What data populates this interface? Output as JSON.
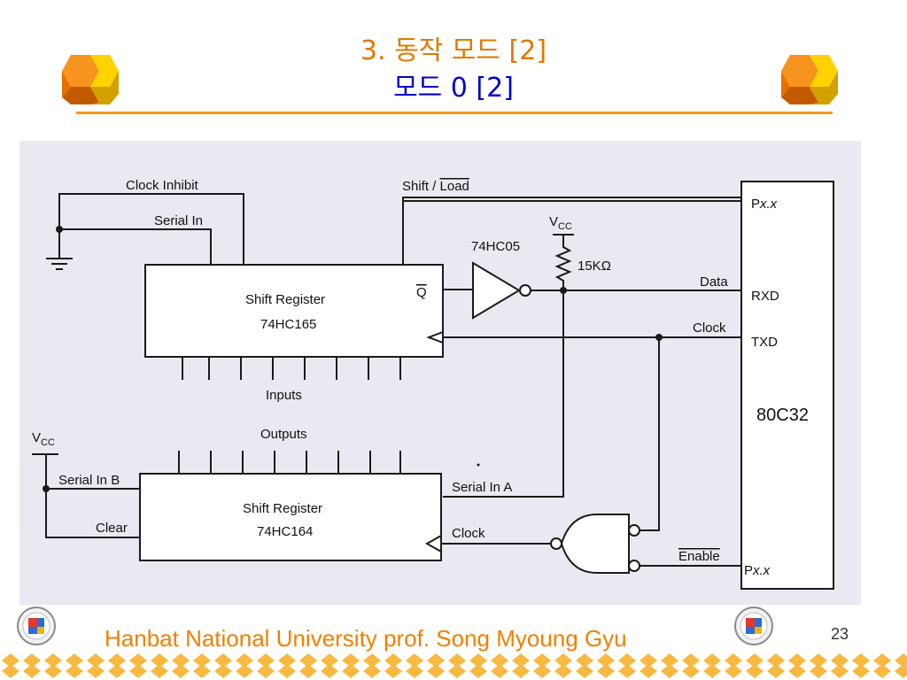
{
  "slide": {
    "title": "3. 동작 모드 [2]",
    "subtitle": "모드 0 [2]",
    "footer": "Hanbat National University prof. Song Myoung Gyu",
    "page_number": "23",
    "colors": {
      "title": "#e07800",
      "subtitle": "#0000cc",
      "rule": "#f39a1c",
      "footer": "#f08000"
    }
  },
  "diagram": {
    "clock_inhibit": "Clock Inhibit",
    "serial_in": "Serial In",
    "shift_load_prefix": "Shift / ",
    "shift_load_bar": "Load",
    "vcc_top": "V",
    "vcc_top_sub": "CC",
    "inverter_label": "74HC05",
    "resistor_label": "15KΩ",
    "sr1_line1": "Shift Register",
    "sr1_line2": "74HC165",
    "q_bar": "Q",
    "data_label": "Data",
    "clock_label": "Clock",
    "inputs_label": "Inputs",
    "outputs_label": "Outputs",
    "vcc_left": "V",
    "vcc_left_sub": "CC",
    "serial_in_b": "Serial In B",
    "clear_label": "Clear",
    "sr2_line1": "Shift Register",
    "sr2_line2": "74HC164",
    "serial_in_a": "Serial In A",
    "clock2_label": "Clock",
    "enable_label": "Enable",
    "pxx_top_prefix": "P",
    "pxx_top_italic": "x.x",
    "rxd": "RXD",
    "txd": "TXD",
    "mcu": "80C32",
    "pxx_bottom_prefix": "P",
    "pxx_bottom_italic": "x.x"
  }
}
